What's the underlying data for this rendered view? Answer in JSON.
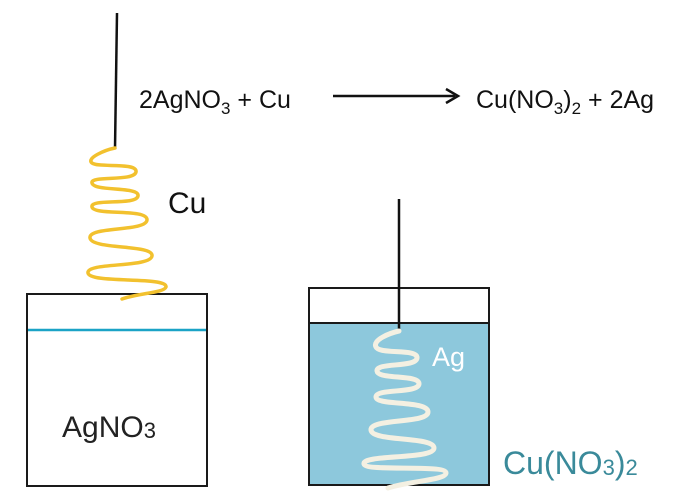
{
  "equation": {
    "left_coef": "2",
    "left_reactant1": "AgNO",
    "left_reactant1_sub": "3",
    "plus1": "+",
    "left_reactant2": "Cu",
    "right_product1_a": "Cu(NO",
    "right_product1_sub1": "3",
    "right_product1_b": ")",
    "right_product1_sub2": "2",
    "plus2": "+",
    "right_product2": "2Ag"
  },
  "left_beaker": {
    "wire_label": "Cu",
    "solution_label": "AgNO",
    "solution_label_sub": "3"
  },
  "right_beaker": {
    "wire_label": "Ag",
    "solution_label": "Cu(NO",
    "solution_label_sub1": "3",
    "solution_label_mid": ")",
    "solution_label_sub2": "2"
  },
  "colors": {
    "copper_wire": "#F2C12E",
    "silver_wire": "#F4F0E2",
    "solution_line": "#1BA3C6",
    "cu_nitrate_solution": "#8DC8DC",
    "cu_nitrate_label": "#3A8A9A",
    "outline": "#1a1a1a"
  }
}
